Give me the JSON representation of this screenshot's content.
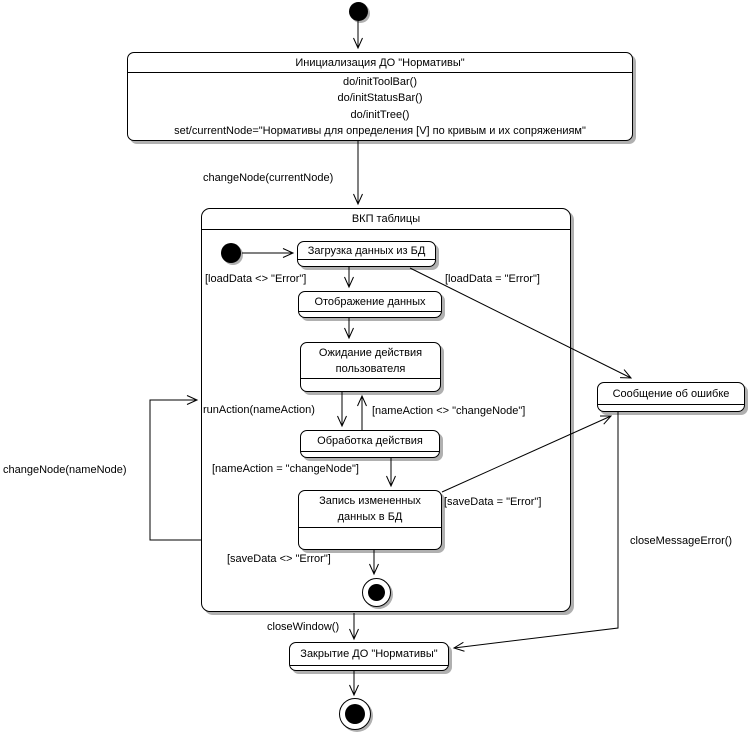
{
  "states": {
    "init": {
      "title": "Инициализация ДО \"Нормативы\"",
      "actions": [
        "do/initToolBar()",
        "do/initStatusBar()",
        "do/initTree()",
        "set/currentNode=\"Нормативы для определения [V] по кривым и их сопряжениям\""
      ]
    },
    "composite": {
      "title": "ВКП таблицы"
    },
    "load": {
      "title": "Загрузка данных из БД"
    },
    "display": {
      "title": "Отображение данных"
    },
    "wait": {
      "title": "Ожидание действия пользователя"
    },
    "process": {
      "title": "Обработка действия"
    },
    "save": {
      "title": "Запись измененных данных в БД"
    },
    "error": {
      "title": "Сообщение об ошибке"
    },
    "close": {
      "title": "Закрытие ДО \"Нормативы\""
    }
  },
  "transitions": {
    "changeNodeCurrent": "changeNode(currentNode)",
    "loadOk": "[loadData <> \"Error\"]",
    "loadError": "[loadData = \"Error\"]",
    "runAction": "runAction(nameAction)",
    "nameActionOther": "[nameAction <> \"changeNode\"]",
    "nameActionChange": "[nameAction = \"changeNode\"]",
    "saveError": "[saveData = \"Error\"]",
    "saveOk": "[saveData <> \"Error\"]",
    "changeNodeName": "changeNode(nameNode)",
    "closeWindow": "closeWindow()",
    "closeMessageError": "closeMessageError()"
  },
  "colors": {
    "line": "#000000",
    "fill": "#ffffff",
    "shadow": "#b0b0b0"
  }
}
